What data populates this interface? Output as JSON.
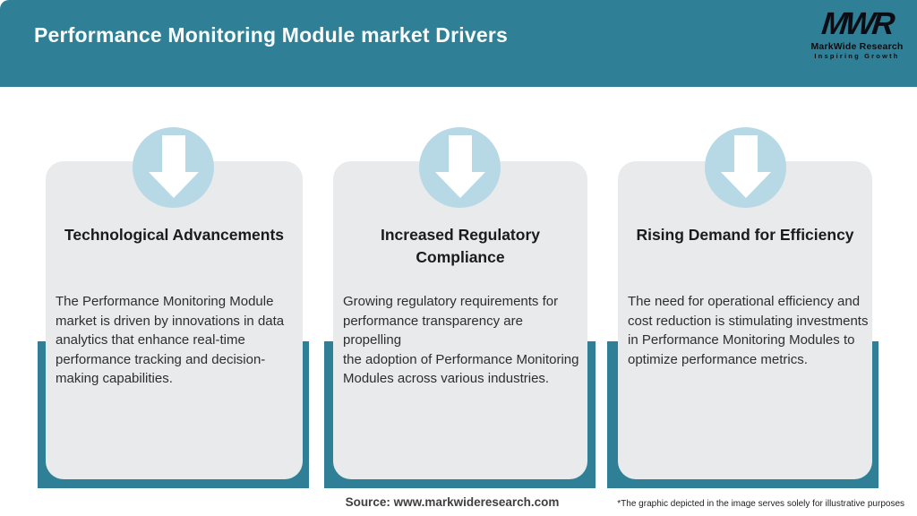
{
  "header": {
    "title": "Performance Monitoring Module market Drivers",
    "logo": {
      "monogram": "MWR",
      "name": "MarkWide Research",
      "tagline": "Inspiring Growth"
    }
  },
  "cards": [
    {
      "icon": "down-arrow-icon",
      "title": "Technological Advancements",
      "body": "The Performance Monitoring Module\nmarket is driven by innovations in data\nanalytics that enhance real-time\nperformance tracking and decision-\nmaking capabilities."
    },
    {
      "icon": "down-arrow-icon",
      "title": "Increased Regulatory\nCompliance",
      "body": "Growing regulatory requirements for\nperformance transparency are propelling\nthe adoption of Performance Monitoring\nModules across various industries."
    },
    {
      "icon": "down-arrow-icon",
      "title": "Rising Demand for Efficiency",
      "body": "The need for operational efficiency and\ncost reduction is stimulating investments\nin Performance Monitoring Modules to\noptimize performance metrics."
    }
  ],
  "footer": {
    "source": "Source: www.markwideresearch.com",
    "disclaimer": "*The graphic depicted in the image serves solely for illustrative purposes"
  },
  "colors": {
    "accent_teal": "#2f8096",
    "circle_blue": "#b7d9e6",
    "card_gray": "#e9eaeb",
    "title_text": "#1b1b1b",
    "header_text": "#fafdfd"
  }
}
